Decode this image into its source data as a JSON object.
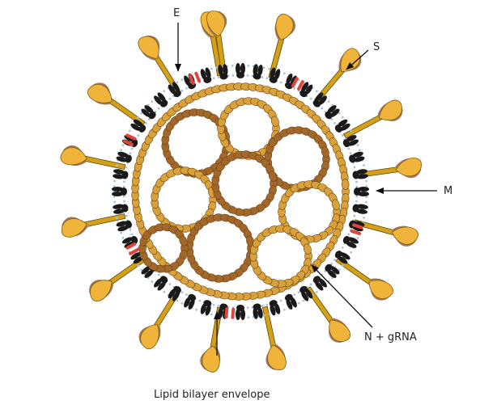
{
  "labels": {
    "e": "E",
    "s": "S",
    "m": "M",
    "n_grna": "N + gRNA",
    "envelope": "Lipid bilayer envelope"
  },
  "colors": {
    "nucleocapsid_light": "#d9a13a",
    "nucleocapsid_dark": "#a4672a",
    "spike_head": "#f0b43a",
    "spike_head_shadow": "#a07a60",
    "spike_stalk": "#d4a017",
    "membrane_protein": "#1a1a1a",
    "envelope_protein": "#e0443a",
    "lipid": "#a9c4d6"
  },
  "icons": [
    "spike-protein-icon",
    "membrane-protein-icon",
    "envelope-protein-icon"
  ]
}
